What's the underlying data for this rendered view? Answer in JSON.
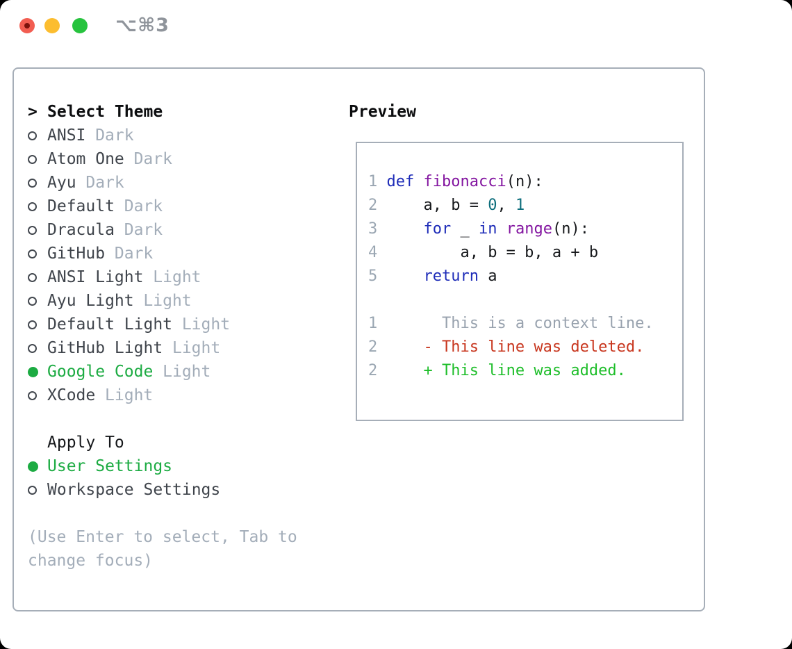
{
  "window": {
    "shortcut_label": "⌥⌘3"
  },
  "colors": {
    "accent_green": "#1cab42",
    "diff_added_green": "#1ebe2a",
    "diff_deleted_red": "#c8361e",
    "keyword_blue": "#1e2cb8",
    "function_purple": "#8315a0",
    "number_teal": "#0d6e7c",
    "muted_gray": "#a3adb9",
    "border_gray": "#a6aeb8",
    "traffic_red": "#f25d51",
    "traffic_yellow": "#fcbd2f",
    "traffic_green": "#27c33e"
  },
  "theme_panel": {
    "header_prefix": ">",
    "header": "Select Theme",
    "themes": [
      {
        "name": "ANSI",
        "variant": "Dark",
        "selected": false
      },
      {
        "name": "Atom One",
        "variant": "Dark",
        "selected": false
      },
      {
        "name": "Ayu",
        "variant": "Dark",
        "selected": false
      },
      {
        "name": "Default",
        "variant": "Dark",
        "selected": false
      },
      {
        "name": "Dracula",
        "variant": "Dark",
        "selected": false
      },
      {
        "name": "GitHub",
        "variant": "Dark",
        "selected": false
      },
      {
        "name": "ANSI Light",
        "variant": "Light",
        "selected": false
      },
      {
        "name": "Ayu Light",
        "variant": "Light",
        "selected": false
      },
      {
        "name": "Default Light",
        "variant": "Light",
        "selected": false
      },
      {
        "name": "GitHub Light",
        "variant": "Light",
        "selected": false
      },
      {
        "name": "Google Code",
        "variant": "Light",
        "selected": true
      },
      {
        "name": "XCode",
        "variant": "Light",
        "selected": false
      }
    ],
    "apply_to": {
      "label": "Apply To",
      "options": [
        {
          "name": "User Settings",
          "selected": true
        },
        {
          "name": "Workspace Settings",
          "selected": false
        }
      ]
    },
    "hint": "(Use Enter to select, Tab to change focus)"
  },
  "preview": {
    "title": "Preview",
    "lines": [
      {
        "num": "1",
        "tokens": [
          {
            "t": "def",
            "c": "kw"
          },
          {
            "t": " ",
            "c": "pln"
          },
          {
            "t": "fibonacci",
            "c": "fn"
          },
          {
            "t": "(n):",
            "c": "pln"
          }
        ]
      },
      {
        "num": "2",
        "tokens": [
          {
            "t": "    a, b = ",
            "c": "pln"
          },
          {
            "t": "0",
            "c": "num"
          },
          {
            "t": ", ",
            "c": "pln"
          },
          {
            "t": "1",
            "c": "num"
          }
        ]
      },
      {
        "num": "3",
        "tokens": [
          {
            "t": "    ",
            "c": "pln"
          },
          {
            "t": "for",
            "c": "kw"
          },
          {
            "t": " _ ",
            "c": "pln"
          },
          {
            "t": "in",
            "c": "kw"
          },
          {
            "t": " ",
            "c": "pln"
          },
          {
            "t": "range",
            "c": "fn"
          },
          {
            "t": "(n):",
            "c": "pln"
          }
        ]
      },
      {
        "num": "4",
        "tokens": [
          {
            "t": "        a, b = b, a + b",
            "c": "pln"
          }
        ]
      },
      {
        "num": "5",
        "tokens": [
          {
            "t": "    ",
            "c": "pln"
          },
          {
            "t": "return",
            "c": "kw"
          },
          {
            "t": " a",
            "c": "pln"
          }
        ]
      },
      {
        "num": "",
        "tokens": []
      },
      {
        "num": "1",
        "tokens": [
          {
            "t": "      This is a context line.",
            "c": "ctx"
          }
        ]
      },
      {
        "num": "2",
        "tokens": [
          {
            "t": "    - This line was deleted.",
            "c": "del"
          }
        ]
      },
      {
        "num": "2",
        "tokens": [
          {
            "t": "    + This line was added.",
            "c": "add"
          }
        ]
      }
    ]
  }
}
